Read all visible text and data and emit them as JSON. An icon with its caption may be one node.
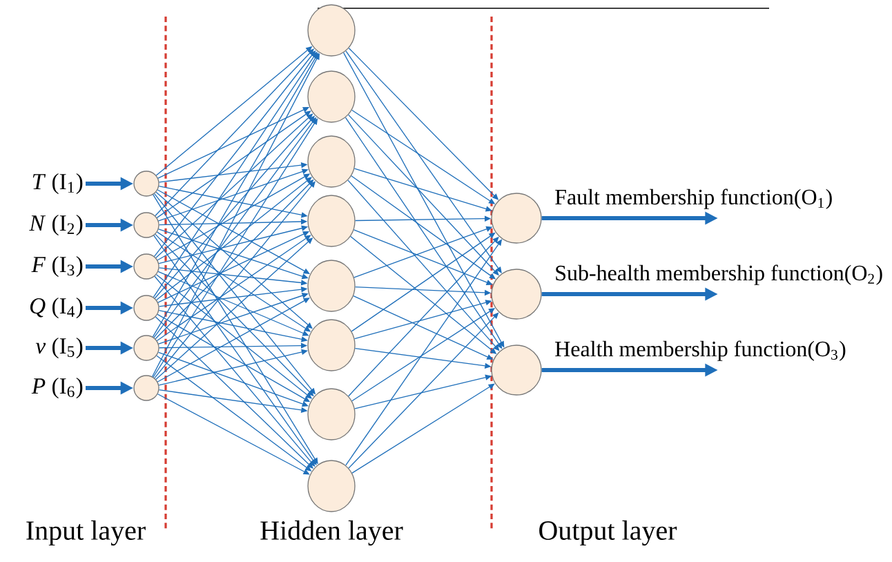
{
  "diagram": {
    "nodes": [
      {
        "text": [
          "*T* (I$_{1}$)"
        ]
      },
      {
        "text": [
          "*N* (I$_{2}$)"
        ]
      },
      {
        "text": [
          "*F* (I$_{3}$)"
        ]
      },
      {
        "text": [
          "*Q* (I$_{4}$)"
        ]
      },
      {
        "text": [
          "*v* (I$_{5}$)"
        ]
      },
      {
        "text": [
          "*P* (I$_{6}$)"
        ]
      },
      {
        "text": [],
        "shape": "circle"
      },
      {
        "text": [],
        "shape": "circle"
      },
      {
        "text": [],
        "shape": "circle"
      },
      {
        "text": [],
        "shape": "circle"
      },
      {
        "text": [],
        "shape": "circle"
      },
      {
        "text": [],
        "shape": "circle"
      },
      {
        "text": [],
        "shape": "circle"
      },
      {
        "text": [],
        "shape": "circle"
      },
      {
        "text": [],
        "shape": "circle"
      },
      {
        "text": [],
        "shape": "circle"
      },
      {
        "text": [],
        "shape": "circle"
      },
      {
        "text": [],
        "shape": "circle"
      },
      {
        "text": [],
        "shape": "circle"
      },
      {
        "text": [],
        "shape": "circle"
      },
      {
        "text": [],
        "shape": "circle"
      },
      {
        "text": [],
        "shape": "circle"
      },
      {
        "text": [],
        "shape": "circle"
      }
    ],
    "edges": [
      {
        "from": 0,
        "to": 6,
        "arrow": "to",
        "style": "thick"
      },
      {
        "from": 1,
        "to": 7,
        "arrow": "to",
        "style": "thick"
      },
      {
        "from": 2,
        "to": 8,
        "arrow": "to",
        "style": "thick"
      },
      {
        "from": 3,
        "to": 9,
        "arrow": "to",
        "style": "thick"
      },
      {
        "from": 4,
        "to": 10,
        "arrow": "to",
        "style": "thick"
      },
      {
        "from": 5,
        "to": 11,
        "arrow": "to",
        "style": "thick"
      },
      {
        "from": 6,
        "to": 12,
        "arrow": "to"
      },
      {
        "from": 6,
        "to": 13,
        "arrow": "to"
      },
      {
        "from": 6,
        "to": 14,
        "arrow": "to"
      },
      {
        "from": 6,
        "to": 15,
        "arrow": "to"
      },
      {
        "from": 6,
        "to": 16,
        "arrow": "to"
      },
      {
        "from": 6,
        "to": 17,
        "arrow": "to"
      },
      {
        "from": 6,
        "to": 18,
        "arrow": "to"
      },
      {
        "from": 6,
        "to": 19,
        "arrow": "to"
      },
      {
        "from": 7,
        "to": 12,
        "arrow": "to"
      },
      {
        "from": 7,
        "to": 13,
        "arrow": "to"
      },
      {
        "from": 7,
        "to": 14,
        "arrow": "to"
      },
      {
        "from": 7,
        "to": 15,
        "arrow": "to"
      },
      {
        "from": 7,
        "to": 16,
        "arrow": "to"
      },
      {
        "from": 7,
        "to": 17,
        "arrow": "to"
      },
      {
        "from": 7,
        "to": 18,
        "arrow": "to"
      },
      {
        "from": 7,
        "to": 19,
        "arrow": "to"
      },
      {
        "from": 8,
        "to": 12,
        "arrow": "to"
      },
      {
        "from": 8,
        "to": 13,
        "arrow": "to"
      },
      {
        "from": 8,
        "to": 14,
        "arrow": "to"
      },
      {
        "from": 8,
        "to": 15,
        "arrow": "to"
      },
      {
        "from": 8,
        "to": 16,
        "arrow": "to"
      },
      {
        "from": 8,
        "to": 17,
        "arrow": "to"
      },
      {
        "from": 8,
        "to": 18,
        "arrow": "to"
      },
      {
        "from": 8,
        "to": 19,
        "arrow": "to"
      },
      {
        "from": 9,
        "to": 12,
        "arrow": "to"
      },
      {
        "from": 9,
        "to": 13,
        "arrow": "to"
      },
      {
        "from": 9,
        "to": 14,
        "arrow": "to"
      },
      {
        "from": 9,
        "to": 15,
        "arrow": "to"
      },
      {
        "from": 9,
        "to": 16,
        "arrow": "to"
      },
      {
        "from": 9,
        "to": 17,
        "arrow": "to"
      },
      {
        "from": 9,
        "to": 18,
        "arrow": "to"
      },
      {
        "from": 9,
        "to": 19,
        "arrow": "to"
      },
      {
        "from": 10,
        "to": 12,
        "arrow": "to"
      },
      {
        "from": 10,
        "to": 13,
        "arrow": "to"
      },
      {
        "from": 10,
        "to": 14,
        "arrow": "to"
      },
      {
        "from": 10,
        "to": 15,
        "arrow": "to"
      },
      {
        "from": 10,
        "to": 16,
        "arrow": "to"
      },
      {
        "from": 10,
        "to": 17,
        "arrow": "to"
      },
      {
        "from": 10,
        "to": 18,
        "arrow": "to"
      },
      {
        "from": 10,
        "to": 19,
        "arrow": "to"
      },
      {
        "from": 11,
        "to": 12,
        "arrow": "to"
      },
      {
        "from": 11,
        "to": 13,
        "arrow": "to"
      },
      {
        "from": 11,
        "to": 14,
        "arrow": "to"
      },
      {
        "from": 11,
        "to": 15,
        "arrow": "to"
      },
      {
        "from": 11,
        "to": 16,
        "arrow": "to"
      },
      {
        "from": 11,
        "to": 17,
        "arrow": "to"
      },
      {
        "from": 11,
        "to": 18,
        "arrow": "to"
      },
      {
        "from": 11,
        "to": 19,
        "arrow": "to"
      },
      {
        "from": 12,
        "to": 20,
        "arrow": "to"
      },
      {
        "from": 12,
        "to": 21,
        "arrow": "to"
      },
      {
        "from": 12,
        "to": 22,
        "arrow": "to"
      },
      {
        "from": 13,
        "to": 20,
        "arrow": "to"
      },
      {
        "from": 13,
        "to": 21,
        "arrow": "to"
      },
      {
        "from": 13,
        "to": 22,
        "arrow": "to"
      },
      {
        "from": 14,
        "to": 20,
        "arrow": "to"
      },
      {
        "from": 14,
        "to": 21,
        "arrow": "to"
      },
      {
        "from": 14,
        "to": 22,
        "arrow": "to"
      },
      {
        "from": 15,
        "to": 20,
        "arrow": "to"
      },
      {
        "from": 15,
        "to": 21,
        "arrow": "to"
      },
      {
        "from": 15,
        "to": 22,
        "arrow": "to"
      },
      {
        "from": 16,
        "to": 20,
        "arrow": "to"
      },
      {
        "from": 16,
        "to": 21,
        "arrow": "to"
      },
      {
        "from": 16,
        "to": 22,
        "arrow": "to"
      },
      {
        "from": 17,
        "to": 20,
        "arrow": "to"
      },
      {
        "from": 17,
        "to": 21,
        "arrow": "to"
      },
      {
        "from": 17,
        "to": 22,
        "arrow": "to"
      },
      {
        "from": 18,
        "to": 20,
        "arrow": "to"
      },
      {
        "from": 18,
        "to": 21,
        "arrow": "to"
      },
      {
        "from": 18,
        "to": 22,
        "arrow": "to"
      },
      {
        "from": 19,
        "to": 20,
        "arrow": "to"
      },
      {
        "from": 19,
        "to": 21,
        "arrow": "to"
      },
      {
        "from": 19,
        "to": 22,
        "arrow": "to"
      },
      {
        "from": 20,
        "to": null,
        "arrow": "to",
        "style": "thick",
        "label": "Fault membership function(O$_{1}$)"
      },
      {
        "from": 21,
        "to": null,
        "arrow": "to",
        "style": "thick",
        "label": "Sub-health membership function(O$_{2}$)"
      },
      {
        "from": 22,
        "to": null,
        "arrow": "to",
        "style": "thick",
        "label": "Health membership function(O$_{3}$)"
      }
    ],
    "labels": [
      "Input layer",
      "Hidden layer",
      "Output layer"
    ]
  }
}
